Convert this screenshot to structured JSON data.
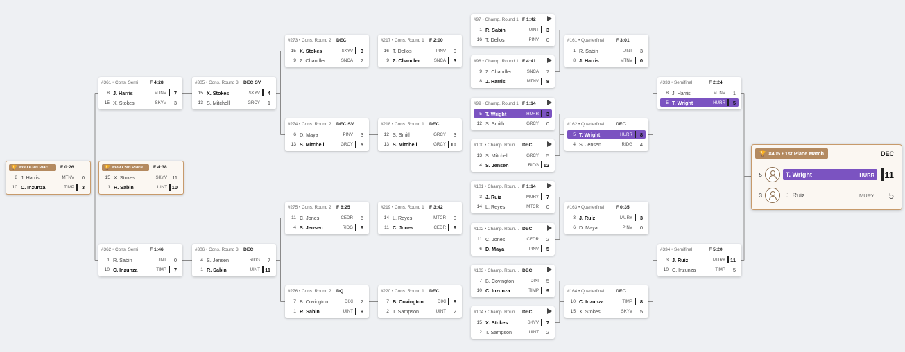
{
  "matches": [
    {
      "key": "m390",
      "id": "#390 • 3rd Place Match",
      "result": "F 0:26",
      "place": true,
      "top": {
        "seed": "8",
        "name": "J. Harris",
        "team": "MTNV",
        "score": "0"
      },
      "bottom": {
        "seed": "10",
        "name": "C. Inzunza",
        "team": "TIMP",
        "score": "3",
        "win": true
      }
    },
    {
      "key": "m389",
      "id": "#389 • 5th Place Match",
      "result": "F 4:38",
      "place": true,
      "top": {
        "seed": "15",
        "name": "X. Stokes",
        "team": "SKYV",
        "score": "11"
      },
      "bottom": {
        "seed": "1",
        "name": "R. Sabin",
        "team": "UINT",
        "score": "10",
        "win": true
      }
    },
    {
      "key": "m361",
      "id": "#361 • Cons. Semi",
      "result": "F 4:28",
      "top": {
        "seed": "8",
        "name": "J. Harris",
        "team": "MTNV",
        "score": "7",
        "win": true
      },
      "bottom": {
        "seed": "15",
        "name": "X. Stokes",
        "team": "SKYV",
        "score": "3"
      }
    },
    {
      "key": "m362",
      "id": "#362 • Cons. Semi",
      "result": "F 1:46",
      "top": {
        "seed": "1",
        "name": "R. Sabin",
        "team": "UINT",
        "score": "0"
      },
      "bottom": {
        "seed": "10",
        "name": "C. Inzunza",
        "team": "TIMP",
        "score": "7",
        "win": true
      }
    },
    {
      "key": "m305",
      "id": "#305 • Cons. Round 3",
      "result": "DEC SV",
      "top": {
        "seed": "15",
        "name": "X. Stokes",
        "team": "SKYV",
        "score": "4",
        "win": true
      },
      "bottom": {
        "seed": "13",
        "name": "S. Mitchell",
        "team": "GRCY",
        "score": "1"
      }
    },
    {
      "key": "m306",
      "id": "#306 • Cons. Round 3",
      "result": "DEC",
      "top": {
        "seed": "4",
        "name": "S. Jensen",
        "team": "RIDG",
        "score": "7"
      },
      "bottom": {
        "seed": "1",
        "name": "R. Sabin",
        "team": "UINT",
        "score": "11",
        "win": true
      }
    },
    {
      "key": "m273",
      "id": "#273 • Cons. Round 2",
      "result": "DEC",
      "top": {
        "seed": "15",
        "name": "X. Stokes",
        "team": "SKYV",
        "score": "3",
        "win": true
      },
      "bottom": {
        "seed": "9",
        "name": "Z. Chandler",
        "team": "SNCA",
        "score": "2"
      }
    },
    {
      "key": "m274",
      "id": "#274 • Cons. Round 2",
      "result": "DEC SV",
      "top": {
        "seed": "6",
        "name": "D. Maya",
        "team": "PINV",
        "score": "3"
      },
      "bottom": {
        "seed": "13",
        "name": "S. Mitchell",
        "team": "GRCY",
        "score": "5",
        "win": true
      }
    },
    {
      "key": "m275",
      "id": "#275 • Cons. Round 2",
      "result": "F 6:25",
      "top": {
        "seed": "11",
        "name": "C. Jones",
        "team": "CEDR",
        "score": "6"
      },
      "bottom": {
        "seed": "4",
        "name": "S. Jensen",
        "team": "RIDG",
        "score": "9",
        "win": true
      }
    },
    {
      "key": "m276",
      "id": "#276 • Cons. Round 2",
      "result": "DQ",
      "top": {
        "seed": "7",
        "name": "B. Covington",
        "team": "DIXI",
        "score": "2"
      },
      "bottom": {
        "seed": "1",
        "name": "R. Sabin",
        "team": "UINT",
        "score": "9",
        "win": true
      }
    },
    {
      "key": "m217",
      "id": "#217 • Cons. Round 1",
      "result": "F 2:00",
      "top": {
        "seed": "16",
        "name": "T. Dellos",
        "team": "PINV",
        "score": "0"
      },
      "bottom": {
        "seed": "9",
        "name": "Z. Chandler",
        "team": "SNCA",
        "score": "3",
        "win": true
      }
    },
    {
      "key": "m218",
      "id": "#218 • Cons. Round 1",
      "result": "DEC",
      "top": {
        "seed": "12",
        "name": "S. Smith",
        "team": "GRCY",
        "score": "3"
      },
      "bottom": {
        "seed": "13",
        "name": "S. Mitchell",
        "team": "GRCY",
        "score": "10",
        "win": true
      }
    },
    {
      "key": "m219",
      "id": "#219 • Cons. Round 1",
      "result": "F 3:42",
      "top": {
        "seed": "14",
        "name": "L. Reyes",
        "team": "MTCR",
        "score": "0"
      },
      "bottom": {
        "seed": "11",
        "name": "C. Jones",
        "team": "CEDR",
        "score": "9",
        "win": true
      }
    },
    {
      "key": "m220",
      "id": "#220 • Cons. Round 1",
      "result": "DEC",
      "top": {
        "seed": "7",
        "name": "B. Covington",
        "team": "DIXI",
        "score": "8",
        "win": true
      },
      "bottom": {
        "seed": "2",
        "name": "T. Sampson",
        "team": "UINT",
        "score": "2"
      }
    },
    {
      "key": "m97",
      "id": "#97 • Champ. Round 1",
      "result": "F 1:42",
      "play": true,
      "top": {
        "seed": "1",
        "name": "R. Sabin",
        "team": "UINT",
        "score": "3",
        "win": true
      },
      "bottom": {
        "seed": "16",
        "name": "T. Dellos",
        "team": "PINV",
        "score": "0"
      }
    },
    {
      "key": "m98",
      "id": "#98 • Champ. Round 1",
      "result": "F 4:41",
      "play": true,
      "top": {
        "seed": "9",
        "name": "Z. Chandler",
        "team": "SNCA",
        "score": "7"
      },
      "bottom": {
        "seed": "8",
        "name": "J. Harris",
        "team": "MTNV",
        "score": "8",
        "win": true
      }
    },
    {
      "key": "m99",
      "id": "#99 • Champ. Round 1",
      "result": "F 1:14",
      "play": true,
      "top": {
        "seed": "5",
        "name": "T. Wright",
        "team": "HURR",
        "score": "3",
        "win": true,
        "hl": true
      },
      "bottom": {
        "seed": "12",
        "name": "S. Smith",
        "team": "GRCY",
        "score": "0"
      }
    },
    {
      "key": "m100",
      "id": "#100 • Champ. Round 1",
      "result": "DEC",
      "play": true,
      "top": {
        "seed": "13",
        "name": "S. Mitchell",
        "team": "GRCY",
        "score": "5"
      },
      "bottom": {
        "seed": "4",
        "name": "S. Jensen",
        "team": "RIDG",
        "score": "12",
        "win": true
      }
    },
    {
      "key": "m101",
      "id": "#101 • Champ. Round 1",
      "result": "F 1:14",
      "play": true,
      "top": {
        "seed": "3",
        "name": "J. Ruiz",
        "team": "MURY",
        "score": "7",
        "win": true
      },
      "bottom": {
        "seed": "14",
        "name": "L. Reyes",
        "team": "MTCR",
        "score": "0"
      }
    },
    {
      "key": "m102",
      "id": "#102 • Champ. Round 1",
      "result": "DEC",
      "play": true,
      "top": {
        "seed": "11",
        "name": "C. Jones",
        "team": "CEDR",
        "score": "2"
      },
      "bottom": {
        "seed": "6",
        "name": "D. Maya",
        "team": "PINV",
        "score": "5",
        "win": true
      }
    },
    {
      "key": "m103",
      "id": "#103 • Champ. Round 1",
      "result": "DEC",
      "play": true,
      "top": {
        "seed": "7",
        "name": "B. Covington",
        "team": "DIXI",
        "score": "5"
      },
      "bottom": {
        "seed": "10",
        "name": "C. Inzunza",
        "team": "TIMP",
        "score": "9",
        "win": true
      }
    },
    {
      "key": "m104",
      "id": "#104 • Champ. Round 1",
      "result": "DEC",
      "play": true,
      "top": {
        "seed": "15",
        "name": "X. Stokes",
        "team": "SKYV",
        "score": "7",
        "win": true
      },
      "bottom": {
        "seed": "2",
        "name": "T. Sampson",
        "team": "UINT",
        "score": "2"
      }
    },
    {
      "key": "m161",
      "id": "#161 • Quarterfinal",
      "result": "F 3:01",
      "top": {
        "seed": "1",
        "name": "R. Sabin",
        "team": "UINT",
        "score": "3"
      },
      "bottom": {
        "seed": "8",
        "name": "J. Harris",
        "team": "MTNV",
        "score": "0",
        "win": true
      }
    },
    {
      "key": "m162",
      "id": "#162 • Quarterfinal",
      "result": "DEC",
      "top": {
        "seed": "5",
        "name": "T. Wright",
        "team": "HURR",
        "score": "8",
        "win": true,
        "hl": true
      },
      "bottom": {
        "seed": "4",
        "name": "S. Jensen",
        "team": "RIDG",
        "score": "4"
      }
    },
    {
      "key": "m163",
      "id": "#163 • Quarterfinal",
      "result": "F 0:35",
      "top": {
        "seed": "3",
        "name": "J. Ruiz",
        "team": "MURY",
        "score": "3",
        "win": true
      },
      "bottom": {
        "seed": "6",
        "name": "D. Maya",
        "team": "PINV",
        "score": "0"
      }
    },
    {
      "key": "m164",
      "id": "#164 • Quarterfinal",
      "result": "DEC",
      "top": {
        "seed": "10",
        "name": "C. Inzunza",
        "team": "TIMP",
        "score": "8",
        "win": true
      },
      "bottom": {
        "seed": "15",
        "name": "X. Stokes",
        "team": "SKYV",
        "score": "5"
      }
    },
    {
      "key": "m333",
      "id": "#333 • Semifinal",
      "result": "F 2:24",
      "top": {
        "seed": "8",
        "name": "J. Harris",
        "team": "MTNV",
        "score": "1"
      },
      "bottom": {
        "seed": "5",
        "name": "T. Wright",
        "team": "HURR",
        "score": "5",
        "win": true,
        "hl": true
      }
    },
    {
      "key": "m334",
      "id": "#334 • Semifinal",
      "result": "F 5:20",
      "top": {
        "seed": "3",
        "name": "J. Ruiz",
        "team": "MURY",
        "score": "11",
        "win": true
      },
      "bottom": {
        "seed": "10",
        "name": "C. Inzunza",
        "team": "TIMP",
        "score": "5"
      }
    }
  ],
  "final": {
    "id": "#405 • 1st Place Match",
    "result": "DEC",
    "top": {
      "seed": "5",
      "name": "T. Wright",
      "team": "HURR",
      "score": "11",
      "win": true,
      "hl": true
    },
    "bottom": {
      "seed": "3",
      "name": "J. Ruiz",
      "team": "MURY",
      "score": "5"
    }
  },
  "icons": {
    "trophy": "trophy-icon",
    "play": "play-icon",
    "avatar": "user-avatar-icon"
  },
  "colors": {
    "highlight": "#7b53c1",
    "place_accent": "#b48a60",
    "background": "#eef0f3"
  }
}
